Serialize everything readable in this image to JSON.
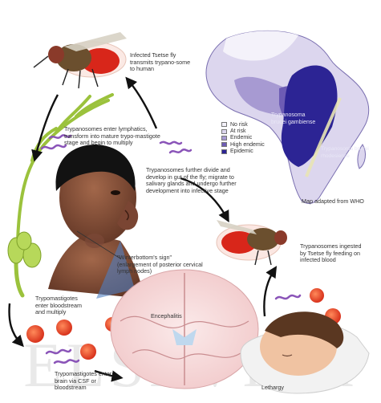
{
  "captions": {
    "fly_bite": "Infected Tsetse fly transmits trypano-some to human",
    "lymphatics": "Trypanosomes enter lymphatics, transform into mature trypo-mastigote stage and begin to multiply",
    "fly_gut": "Trypanosomes further divide and develop in gut of the fly; migrate to salivary glands and undergo further development into infective stage",
    "winterbottom": "\"Winterbottom's sign\" (enlargement of posterior cervical lymph nodes)",
    "bloodstream": "Trypomastigotes enter bloodstream and multiply",
    "ingested": "Trypanosomes ingested by Tsetse fly feeding on infected blood",
    "encephalitis": "Encephalitis",
    "brain": "Trypomastigotes enter brain via CSF or bloodstream",
    "lethargy": "Lethargy"
  },
  "map": {
    "label_gambiense": "Trypanosoma brucei gambiense",
    "label_rhodesiense": "Trypanosoma brucei rhodesiense",
    "source": "Map adapted from WHO",
    "legend": [
      {
        "label": "No risk",
        "color": "#f4f2fa"
      },
      {
        "label": "At risk",
        "color": "#dcd6ee"
      },
      {
        "label": "Endemic",
        "color": "#a79ad2"
      },
      {
        "label": "High endemic",
        "color": "#6d5cb4"
      },
      {
        "label": "Epidemic",
        "color": "#2c2494"
      }
    ]
  },
  "watermark": "ELSEVIER"
}
